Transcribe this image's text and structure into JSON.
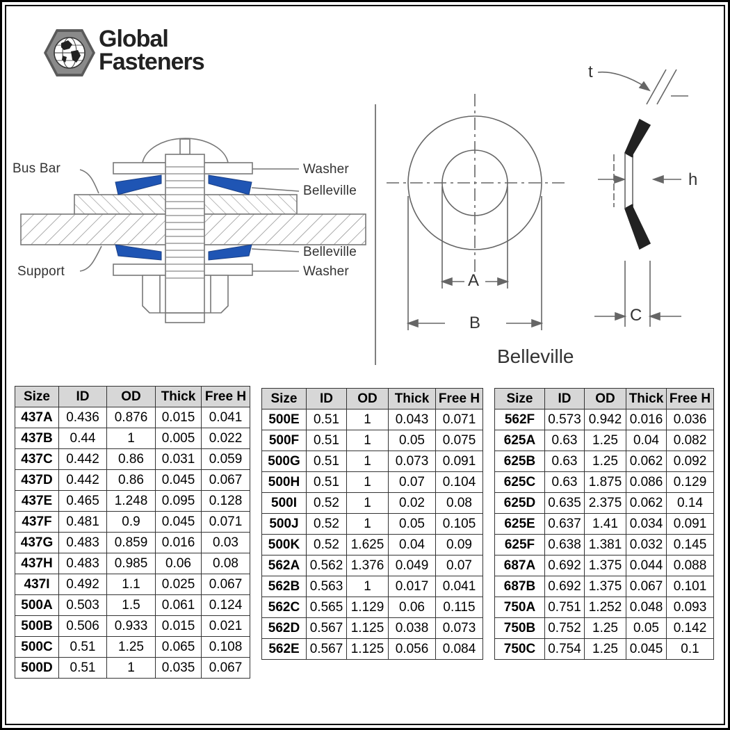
{
  "logo": {
    "line1": "Global",
    "line2": "Fasteners"
  },
  "diagram": {
    "assembly_labels": {
      "bus_bar": "Bus Bar",
      "support": "Support",
      "washer_top": "Washer",
      "belleville_top": "Belleville",
      "belleville_bottom": "Belleville",
      "washer_bottom": "Washer"
    },
    "dims": {
      "A": "A",
      "B": "B",
      "C": "C",
      "t": "t",
      "h": "h"
    },
    "caption": "Belleville",
    "belleville_color": "#1f55b4"
  },
  "tables": [
    {
      "headers": [
        "Size",
        "ID",
        "OD",
        "Thick",
        "Free H"
      ],
      "rows": [
        [
          "437A",
          "0.436",
          "0.876",
          "0.015",
          "0.041"
        ],
        [
          "437B",
          "0.44",
          "1",
          "0.005",
          "0.022"
        ],
        [
          "437C",
          "0.442",
          "0.86",
          "0.031",
          "0.059"
        ],
        [
          "437D",
          "0.442",
          "0.86",
          "0.045",
          "0.067"
        ],
        [
          "437E",
          "0.465",
          "1.248",
          "0.095",
          "0.128"
        ],
        [
          "437F",
          "0.481",
          "0.9",
          "0.045",
          "0.071"
        ],
        [
          "437G",
          "0.483",
          "0.859",
          "0.016",
          "0.03"
        ],
        [
          "437H",
          "0.483",
          "0.985",
          "0.06",
          "0.08"
        ],
        [
          "437I",
          "0.492",
          "1.1",
          "0.025",
          "0.067"
        ],
        [
          "500A",
          "0.503",
          "1.5",
          "0.061",
          "0.124"
        ],
        [
          "500B",
          "0.506",
          "0.933",
          "0.015",
          "0.021"
        ],
        [
          "500C",
          "0.51",
          "1.25",
          "0.065",
          "0.108"
        ],
        [
          "500D",
          "0.51",
          "1",
          "0.035",
          "0.067"
        ]
      ]
    },
    {
      "headers": [
        "Size",
        "ID",
        "OD",
        "Thick",
        "Free H"
      ],
      "rows": [
        [
          "500E",
          "0.51",
          "1",
          "0.043",
          "0.071"
        ],
        [
          "500F",
          "0.51",
          "1",
          "0.05",
          "0.075"
        ],
        [
          "500G",
          "0.51",
          "1",
          "0.073",
          "0.091"
        ],
        [
          "500H",
          "0.51",
          "1",
          "0.07",
          "0.104"
        ],
        [
          "500I",
          "0.52",
          "1",
          "0.02",
          "0.08"
        ],
        [
          "500J",
          "0.52",
          "1",
          "0.05",
          "0.105"
        ],
        [
          "500K",
          "0.52",
          "1.625",
          "0.04",
          "0.09"
        ],
        [
          "562A",
          "0.562",
          "1.376",
          "0.049",
          "0.07"
        ],
        [
          "562B",
          "0.563",
          "1",
          "0.017",
          "0.041"
        ],
        [
          "562C",
          "0.565",
          "1.129",
          "0.06",
          "0.115"
        ],
        [
          "562D",
          "0.567",
          "1.125",
          "0.038",
          "0.073"
        ],
        [
          "562E",
          "0.567",
          "1.125",
          "0.056",
          "0.084"
        ]
      ]
    },
    {
      "headers": [
        "Size",
        "ID",
        "OD",
        "Thick",
        "Free H"
      ],
      "rows": [
        [
          "562F",
          "0.573",
          "0.942",
          "0.016",
          "0.036"
        ],
        [
          "625A",
          "0.63",
          "1.25",
          "0.04",
          "0.082"
        ],
        [
          "625B",
          "0.63",
          "1.25",
          "0.062",
          "0.092"
        ],
        [
          "625C",
          "0.63",
          "1.875",
          "0.086",
          "0.129"
        ],
        [
          "625D",
          "0.635",
          "2.375",
          "0.062",
          "0.14"
        ],
        [
          "625E",
          "0.637",
          "1.41",
          "0.034",
          "0.091"
        ],
        [
          "625F",
          "0.638",
          "1.381",
          "0.032",
          "0.145"
        ],
        [
          "687A",
          "0.692",
          "1.375",
          "0.044",
          "0.088"
        ],
        [
          "687B",
          "0.692",
          "1.375",
          "0.067",
          "0.101"
        ],
        [
          "750A",
          "0.751",
          "1.252",
          "0.048",
          "0.093"
        ],
        [
          "750B",
          "0.752",
          "1.25",
          "0.05",
          "0.142"
        ],
        [
          "750C",
          "0.754",
          "1.25",
          "0.045",
          "0.1"
        ]
      ]
    }
  ]
}
